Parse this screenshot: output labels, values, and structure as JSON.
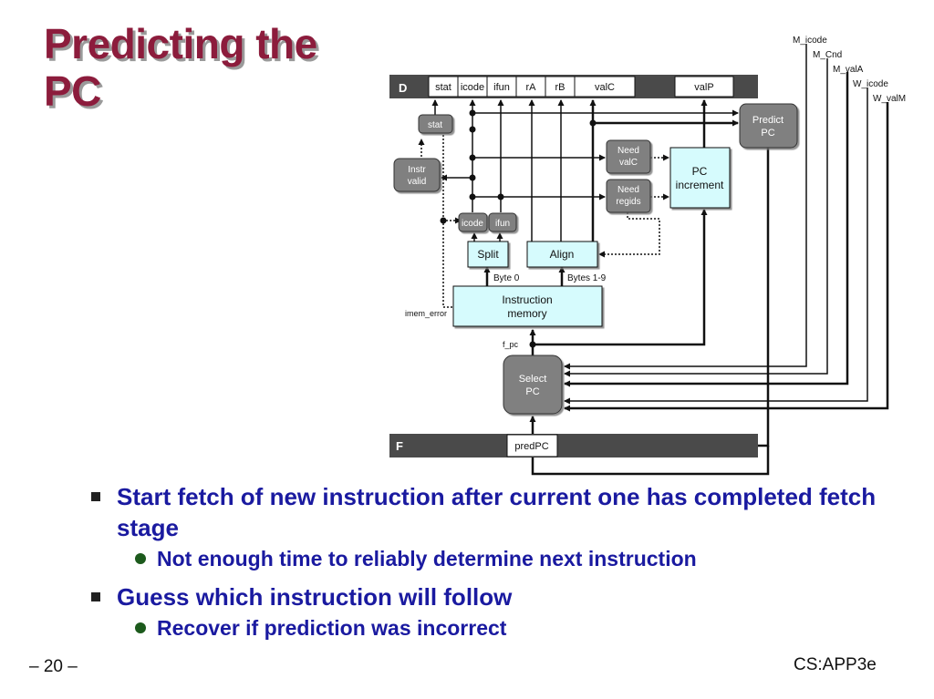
{
  "slide": {
    "title_line1": "Predicting the",
    "title_line2": "PC",
    "page_number": "– 20 –",
    "footer": "CS:APP3e"
  },
  "bullets": [
    {
      "text": "Start fetch of new instruction after current one has completed fetch stage",
      "sub": "Not enough time to reliably determine next instruction"
    },
    {
      "text": "Guess which instruction will follow",
      "sub": "Recover if prediction was incorrect"
    }
  ],
  "diagram": {
    "d_stage": "D",
    "f_stage": "F",
    "d_fields": [
      "stat",
      "icode",
      "ifun",
      "rA",
      "rB",
      "valC",
      "valP"
    ],
    "f_field": "predPC",
    "blocks": {
      "stat": "stat",
      "instr_valid": [
        "Instr",
        "valid"
      ],
      "need_valc": [
        "Need",
        "valC"
      ],
      "need_regids": [
        "Need",
        "regids"
      ],
      "pc_increment": [
        "PC",
        "increment"
      ],
      "predict_pc": [
        "Predict",
        "PC"
      ],
      "icode": "icode",
      "ifun": "ifun",
      "split": "Split",
      "align": "Align",
      "instr_memory": [
        "Instruction",
        "memory"
      ],
      "select_pc": [
        "Select",
        "PC"
      ]
    },
    "labels": {
      "byte0": "Byte 0",
      "bytes19": "Bytes 1-9",
      "imem_error": "imem_error",
      "f_pc": "f_pc"
    },
    "signals": [
      "M_icode",
      "M_Cnd",
      "M_valA",
      "W_icode",
      "W_valM"
    ],
    "colors": {
      "stage_bar": "#4a4a4a",
      "logic_block": "#808080",
      "data_block": "#d6fbfd",
      "wire": "#111111"
    }
  }
}
